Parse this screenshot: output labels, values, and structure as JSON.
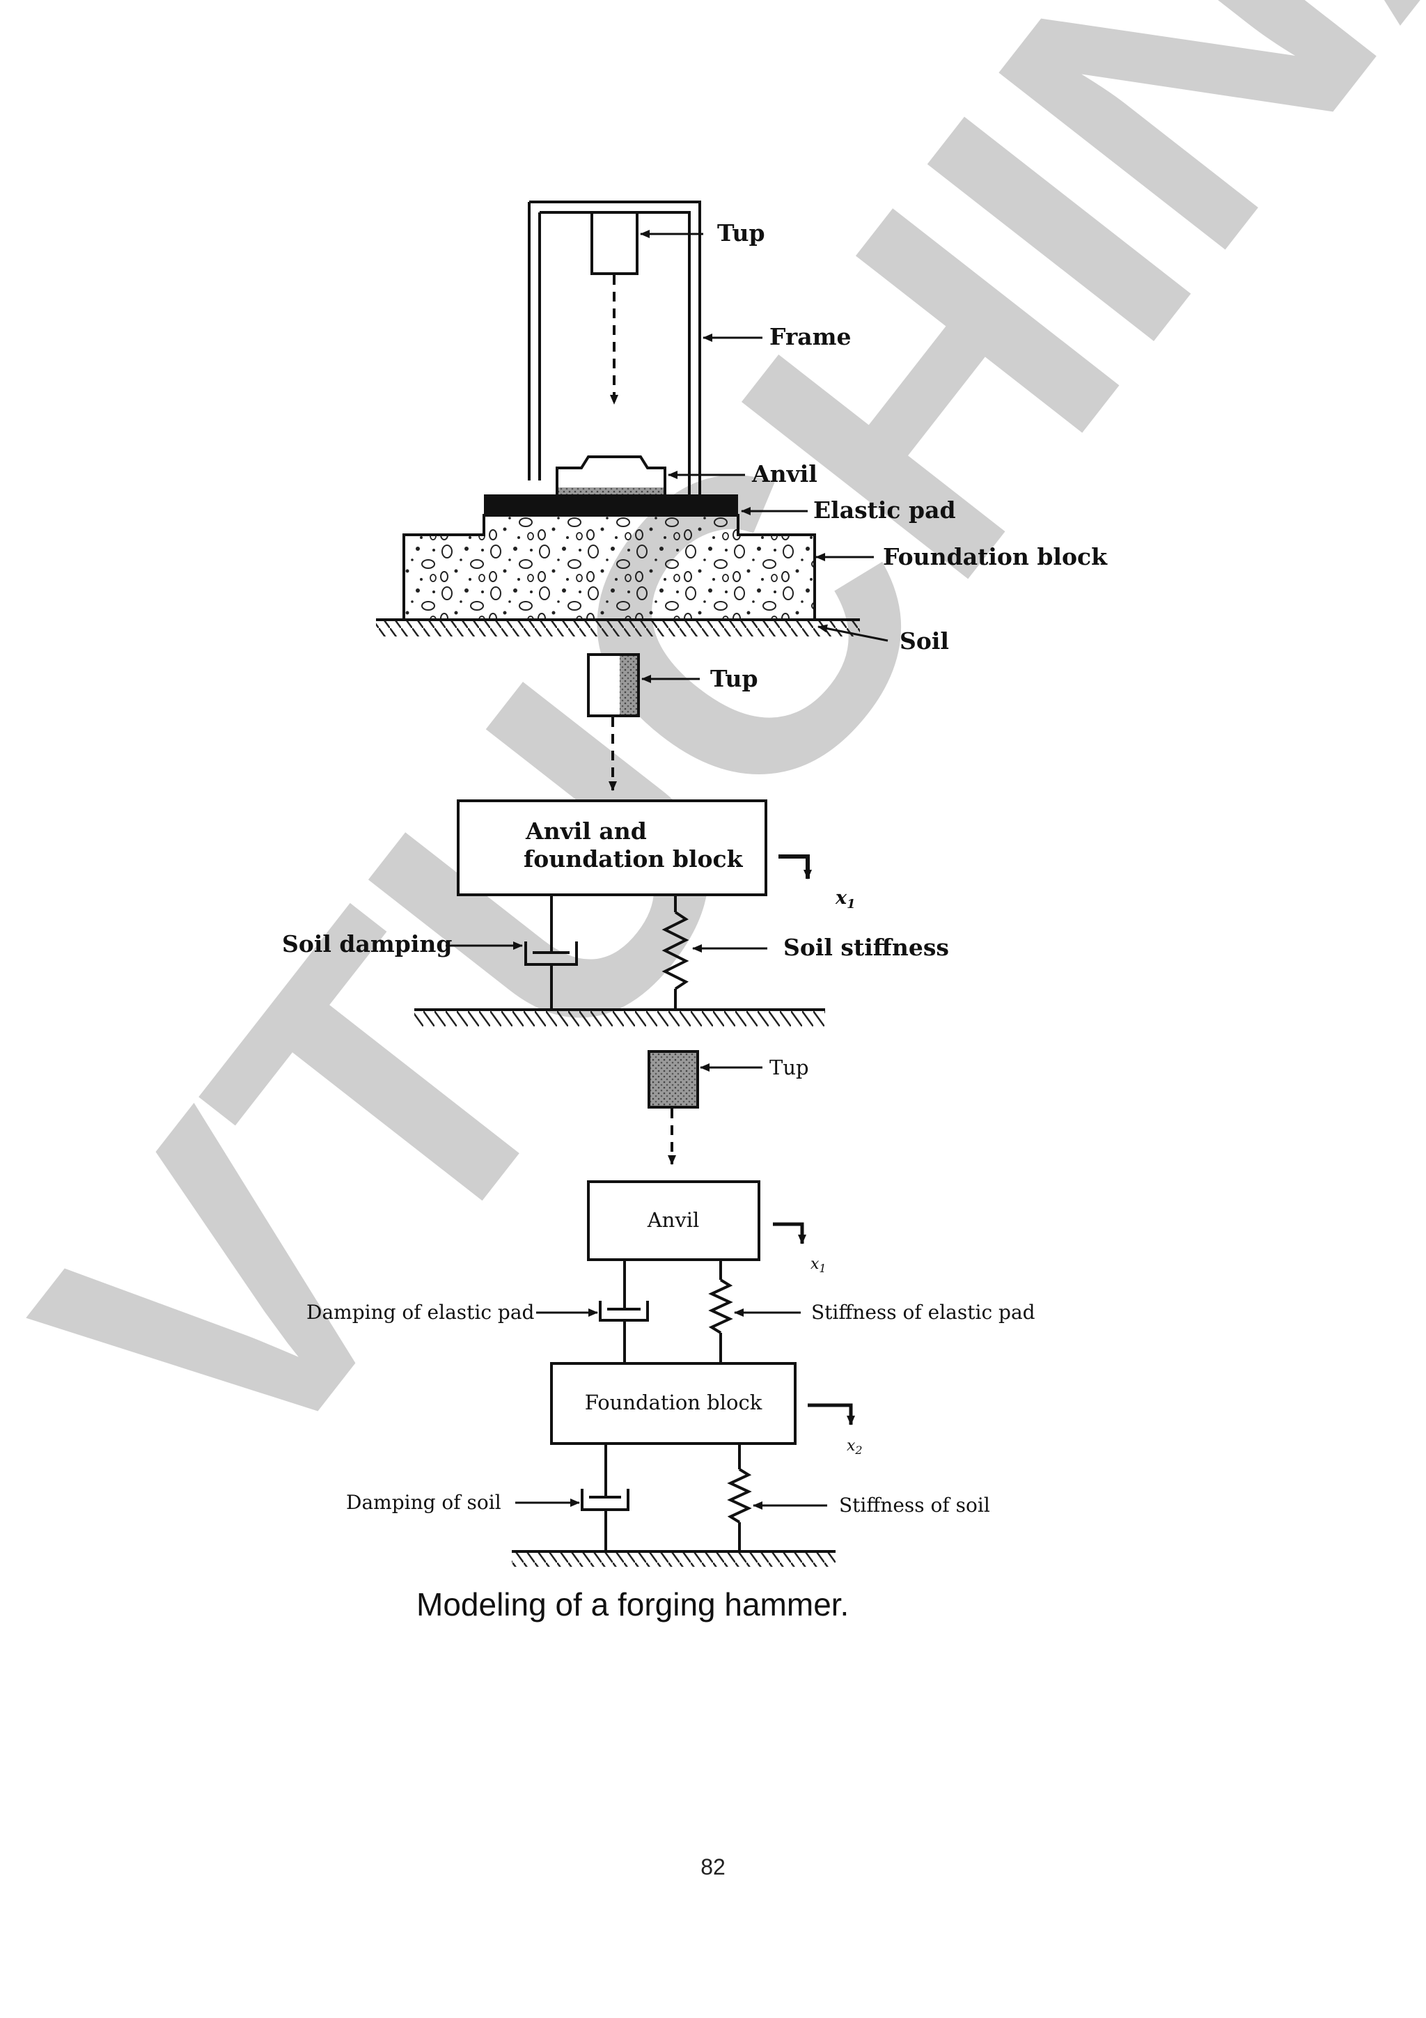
{
  "diagram1": {
    "labels": {
      "tup": "Tup",
      "frame": "Frame",
      "anvil": "Anvil",
      "elastic_pad": "Elastic pad",
      "foundation_block": "Foundation block",
      "soil": "Soil"
    }
  },
  "diagram2": {
    "labels": {
      "tup": "Tup",
      "block_line1": "Anvil and",
      "block_line2": "foundation block",
      "x1": "x",
      "x1_sub": "1",
      "soil_damping": "Soil damping",
      "soil_stiffness": "Soil stiffness"
    }
  },
  "diagram3": {
    "labels": {
      "tup": "Tup",
      "anvil": "Anvil",
      "x1": "x",
      "x1_sub": "1",
      "damping_elastic_pad": "Damping of elastic pad",
      "stiffness_elastic_pad": "Stiffness of elastic pad",
      "foundation_block": "Foundation block",
      "x2": "x",
      "x2_sub": "2",
      "damping_soil": "Damping of soil",
      "stiffness_soil": "Stiffness of soil"
    }
  },
  "caption": "Modeling of a forging hammer.",
  "page_number": "82",
  "watermark": "VTUCHINA"
}
